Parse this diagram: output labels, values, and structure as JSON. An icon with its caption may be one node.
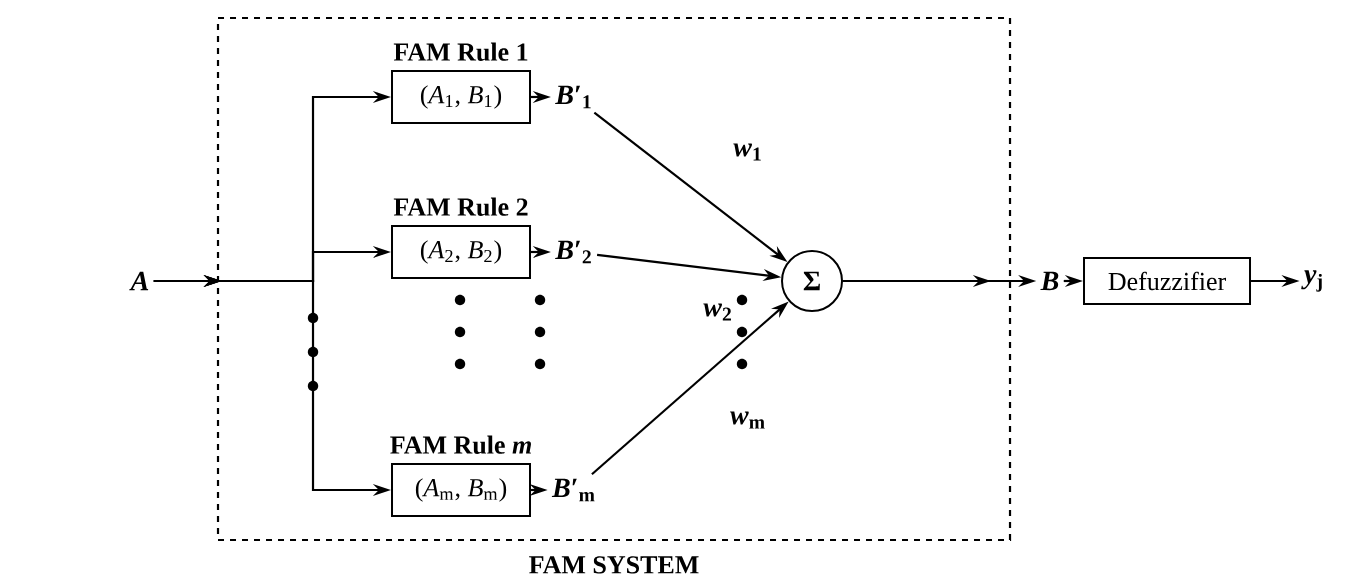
{
  "diagram": {
    "nodes": [
      {
        "text": [
          "FAM SYSTEM"
        ]
      },
      {
        "text": [
          "*A*"
        ]
      },
      {
        "text": [
          "FAM Rule 1",
          "(*A*$_{1}$, *B*$_{1}$)"
        ],
        "in": 0
      },
      {
        "text": [
          "FAM Rule 2",
          "(*A*$_{2}$, *B*$_{2}$)"
        ],
        "in": 0
      },
      {
        "text": [
          "FAM Rule *m*",
          "(*A*$_{m}$, *B*$_{m}$)"
        ],
        "in": 0
      },
      {
        "text": [
          "*B*′$_{1}$"
        ],
        "in": 0
      },
      {
        "text": [
          "*B*′$_{2}$"
        ],
        "in": 0
      },
      {
        "text": [
          "*B*′$_{m}$"
        ],
        "in": 0
      },
      {
        "text": [
          "Σ"
        ],
        "in": 0
      },
      {
        "text": [
          "*B*"
        ]
      },
      {
        "text": [
          "Defuzzifier"
        ]
      },
      {
        "text": [
          "*y*$_{j}$"
        ]
      }
    ],
    "edges": [
      {
        "from": 1,
        "to": 2,
        "arrow": "to"
      },
      {
        "from": 1,
        "to": 3,
        "arrow": "to"
      },
      {
        "from": 1,
        "to": 4,
        "arrow": "to"
      },
      {
        "from": 2,
        "to": 5,
        "arrow": "to"
      },
      {
        "from": 3,
        "to": 6,
        "arrow": "to"
      },
      {
        "from": 4,
        "to": 7,
        "arrow": "to"
      },
      {
        "from": 5,
        "to": 8,
        "arrow": "to",
        "label": "*w*$_{1}$"
      },
      {
        "from": 6,
        "to": 8,
        "arrow": "to",
        "label": "*w*$_{2}$"
      },
      {
        "from": 7,
        "to": 8,
        "arrow": "to",
        "label": "*w*$_{m}$"
      },
      {
        "from": 8,
        "to": 9,
        "arrow": "to"
      },
      {
        "from": 9,
        "to": 10,
        "arrow": "to"
      },
      {
        "from": 10,
        "to": 11,
        "arrow": "to"
      }
    ]
  }
}
